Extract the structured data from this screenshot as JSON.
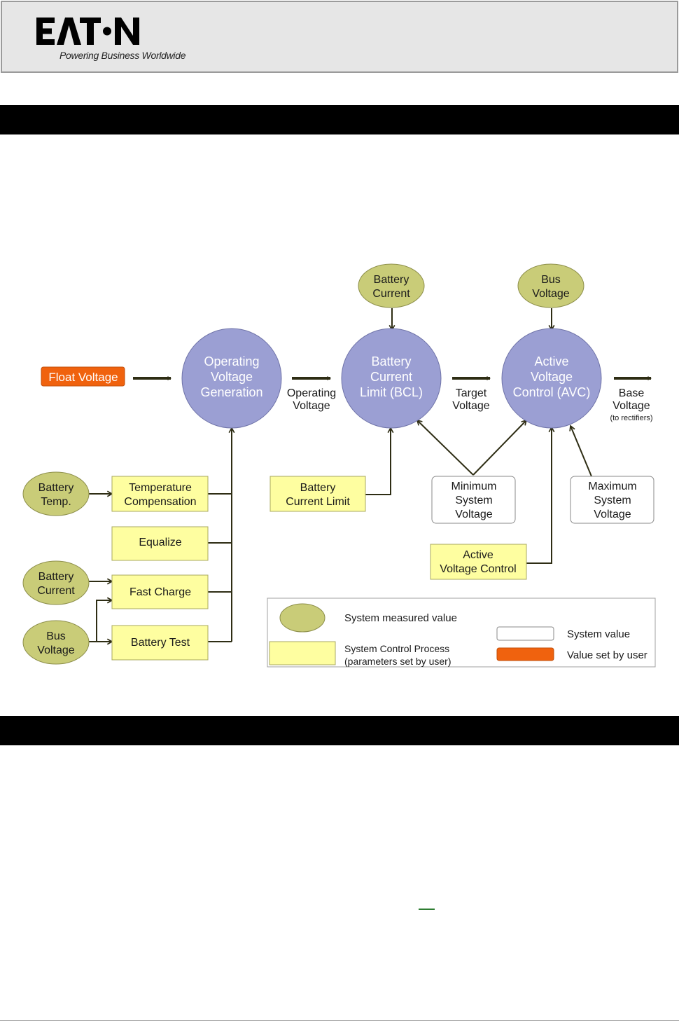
{
  "brand": {
    "logo_text": "EATON",
    "tagline": "Powering Business Worldwide"
  },
  "diagram": {
    "float_voltage": "Float Voltage",
    "nodes": {
      "ovg": [
        "Operating",
        "Voltage",
        "Generation"
      ],
      "bcl": [
        "Battery",
        "Current",
        "Limit (BCL)"
      ],
      "avc": [
        "Active",
        "Voltage",
        "Control (AVC)"
      ],
      "battery_current_top": [
        "Battery",
        "Current"
      ],
      "bus_voltage_top": [
        "Bus",
        "Voltage"
      ],
      "battery_temp": [
        "Battery",
        "Temp."
      ],
      "battery_current_left": [
        "Battery",
        "Current"
      ],
      "bus_voltage_left": [
        "Bus",
        "Voltage"
      ],
      "temp_comp": [
        "Temperature",
        "Compensation"
      ],
      "equalize": [
        "Equalize"
      ],
      "fast_charge": [
        "Fast Charge"
      ],
      "battery_test": [
        "Battery Test"
      ],
      "battery_current_limit": [
        "Battery",
        "Current Limit"
      ],
      "min_system_voltage": [
        "Minimum",
        "System",
        "Voltage"
      ],
      "max_system_voltage": [
        "Maximum",
        "System",
        "Voltage"
      ],
      "active_voltage_control": [
        "Active",
        "Voltage Control"
      ]
    },
    "arrow_labels": {
      "operating_voltage": [
        "Operating",
        "Voltage"
      ],
      "target_voltage": [
        "Target",
        "Voltage"
      ],
      "base_voltage": [
        "Base",
        "Voltage"
      ],
      "base_voltage_note": "(to rectifiers)"
    },
    "legend": {
      "measured": "System measured value",
      "control_process": [
        "System Control Process",
        "(parameters set by user)"
      ],
      "system_value": "System value",
      "user_value": "Value set by user"
    },
    "colors": {
      "process_circle": "#9b9fd3",
      "measured_ellipse": "#c9cc78",
      "control_box": "#fefea0",
      "user_box": "#f0620e",
      "arrow": "#2e2d14"
    }
  }
}
